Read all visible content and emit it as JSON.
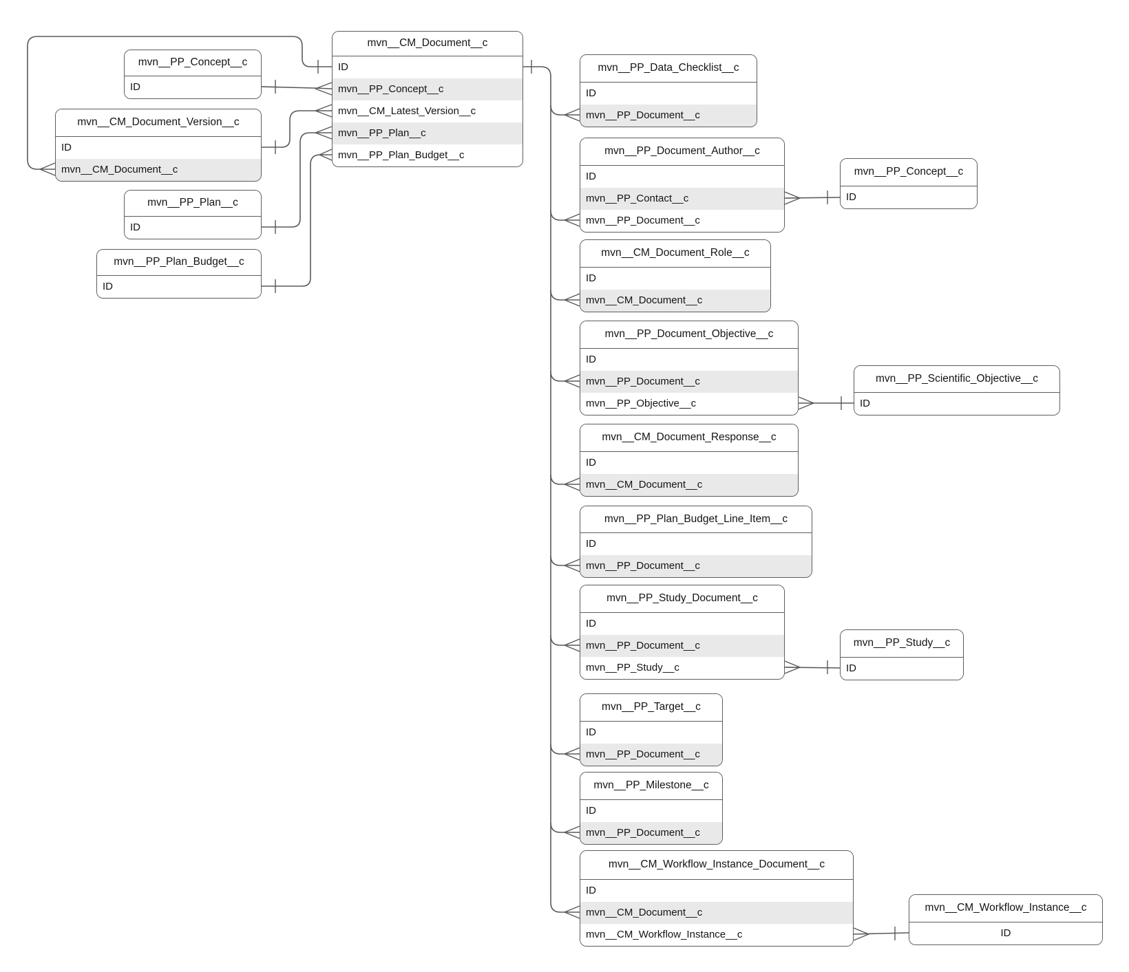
{
  "diagram": {
    "colors": {
      "background": "#ffffff",
      "line": "#595959",
      "box_border": "#5c5c5c",
      "row_stripe": "#e9e9e9",
      "text": "#141414"
    },
    "entities": [
      {
        "id": "concept_left",
        "title": "mvn__PP_Concept__c",
        "fields": [
          "ID"
        ]
      },
      {
        "id": "document_version",
        "title": "mvn__CM_Document_Version__c",
        "fields": [
          "ID",
          "mvn__CM_Document__c"
        ]
      },
      {
        "id": "plan",
        "title": "mvn__PP_Plan__c",
        "fields": [
          "ID"
        ]
      },
      {
        "id": "plan_budget",
        "title": "mvn__PP_Plan_Budget__c",
        "fields": [
          "ID"
        ]
      },
      {
        "id": "cm_document",
        "title": "mvn__CM_Document__c",
        "fields": [
          "ID",
          "mvn__PP_Concept__c",
          "mvn__CM_Latest_Version__c",
          "mvn__PP_Plan__c",
          "mvn__PP_Plan_Budget__c"
        ]
      },
      {
        "id": "data_checklist",
        "title": "mvn__PP_Data_Checklist__c",
        "fields": [
          "ID",
          "mvn__PP_Document__c"
        ]
      },
      {
        "id": "document_author",
        "title": "mvn__PP_Document_Author__c",
        "fields": [
          "ID",
          "mvn__PP_Contact__c",
          "mvn__PP_Document__c"
        ]
      },
      {
        "id": "concept_right",
        "title": "mvn__PP_Concept__c",
        "fields": [
          "ID"
        ]
      },
      {
        "id": "document_role",
        "title": "mvn__CM_Document_Role__c",
        "fields": [
          "ID",
          "mvn__CM_Document__c"
        ]
      },
      {
        "id": "document_objective",
        "title": "mvn__PP_Document_Objective__c",
        "fields": [
          "ID",
          "mvn__PP_Document__c",
          "mvn__PP_Objective__c"
        ]
      },
      {
        "id": "scientific_objective",
        "title": "mvn__PP_Scientific_Objective__c",
        "fields": [
          "ID"
        ]
      },
      {
        "id": "document_response",
        "title": "mvn__CM_Document_Response__c",
        "fields": [
          "ID",
          "mvn__CM_Document__c"
        ]
      },
      {
        "id": "plan_budget_line_item",
        "title": "mvn__PP_Plan_Budget_Line_Item__c",
        "fields": [
          "ID",
          "mvn__PP_Document__c"
        ]
      },
      {
        "id": "study_document",
        "title": "mvn__PP_Study_Document__c",
        "fields": [
          "ID",
          "mvn__PP_Document__c",
          "mvn__PP_Study__c"
        ]
      },
      {
        "id": "study",
        "title": "mvn__PP_Study__c",
        "fields": [
          "ID"
        ]
      },
      {
        "id": "target",
        "title": "mvn__PP_Target__c",
        "fields": [
          "ID",
          "mvn__PP_Document__c"
        ]
      },
      {
        "id": "milestone",
        "title": "mvn__PP_Milestone__c",
        "fields": [
          "ID",
          "mvn__PP_Document__c"
        ]
      },
      {
        "id": "workflow_instance_document",
        "title": "mvn__CM_Workflow_Instance_Document__c",
        "fields": [
          "ID",
          "mvn__CM_Document__c",
          "mvn__CM_Workflow_Instance__c"
        ]
      },
      {
        "id": "workflow_instance",
        "title": "mvn__CM_Workflow_Instance__c",
        "fields": [
          "ID"
        ]
      }
    ],
    "relationships": [
      {
        "id": "doc_to_version",
        "from": "mvn__CM_Document__c.ID",
        "to": "mvn__CM_Document_Version__c.mvn__CM_Document__c",
        "from_end": "one",
        "to_end": "many"
      },
      {
        "id": "concept_to_doc",
        "from": "mvn__PP_Concept__c.ID",
        "to": "mvn__CM_Document__c.mvn__PP_Concept__c",
        "from_end": "one",
        "to_end": "many"
      },
      {
        "id": "version_to_latest",
        "from": "mvn__CM_Document_Version__c.ID",
        "to": "mvn__CM_Document__c.mvn__CM_Latest_Version__c",
        "from_end": "one",
        "to_end": "many"
      },
      {
        "id": "plan_to_doc",
        "from": "mvn__PP_Plan__c.ID",
        "to": "mvn__CM_Document__c.mvn__PP_Plan__c",
        "from_end": "one",
        "to_end": "many"
      },
      {
        "id": "plan_budget_to_doc",
        "from": "mvn__PP_Plan_Budget__c.ID",
        "to": "mvn__CM_Document__c.mvn__PP_Plan_Budget__c",
        "from_end": "one",
        "to_end": "many"
      },
      {
        "id": "doc_to_wid",
        "from": "mvn__CM_Document__c.ID",
        "to": "mvn__CM_Workflow_Instance_Document__c.mvn__CM_Document__c",
        "from_end": "one",
        "to_end": "many"
      },
      {
        "id": "doc_to_data_checklist",
        "from": "mvn__CM_Document__c.ID",
        "to": "mvn__PP_Data_Checklist__c.mvn__PP_Document__c",
        "from_end": "one",
        "to_end": "many"
      },
      {
        "id": "doc_to_author",
        "from": "mvn__CM_Document__c.ID",
        "to": "mvn__PP_Document_Author__c.mvn__PP_Document__c",
        "from_end": "one",
        "to_end": "many"
      },
      {
        "id": "doc_to_role",
        "from": "mvn__CM_Document__c.ID",
        "to": "mvn__CM_Document_Role__c.mvn__CM_Document__c",
        "from_end": "one",
        "to_end": "many"
      },
      {
        "id": "doc_to_objective",
        "from": "mvn__CM_Document__c.ID",
        "to": "mvn__PP_Document_Objective__c.mvn__PP_Document__c",
        "from_end": "one",
        "to_end": "many"
      },
      {
        "id": "doc_to_response",
        "from": "mvn__CM_Document__c.ID",
        "to": "mvn__CM_Document_Response__c.mvn__CM_Document__c",
        "from_end": "one",
        "to_end": "many"
      },
      {
        "id": "doc_to_budget_line",
        "from": "mvn__CM_Document__c.ID",
        "to": "mvn__PP_Plan_Budget_Line_Item__c.mvn__PP_Document__c",
        "from_end": "one",
        "to_end": "many"
      },
      {
        "id": "doc_to_study_document",
        "from": "mvn__CM_Document__c.ID",
        "to": "mvn__PP_Study_Document__c.mvn__PP_Document__c",
        "from_end": "one",
        "to_end": "many"
      },
      {
        "id": "doc_to_target",
        "from": "mvn__CM_Document__c.ID",
        "to": "mvn__PP_Target__c.mvn__PP_Document__c",
        "from_end": "one",
        "to_end": "many"
      },
      {
        "id": "doc_to_milestone",
        "from": "mvn__CM_Document__c.ID",
        "to": "mvn__PP_Milestone__c.mvn__PP_Document__c",
        "from_end": "one",
        "to_end": "many"
      },
      {
        "id": "author_to_concept",
        "from": "mvn__PP_Document_Author__c.mvn__PP_Contact__c",
        "to": "mvn__PP_Concept__c.ID",
        "from_end": "many",
        "to_end": "one"
      },
      {
        "id": "objective_to_scientific",
        "from": "mvn__PP_Document_Objective__c.mvn__PP_Objective__c",
        "to": "mvn__PP_Scientific_Objective__c.ID",
        "from_end": "many",
        "to_end": "one"
      },
      {
        "id": "study_doc_to_study",
        "from": "mvn__PP_Study_Document__c.mvn__PP_Study__c",
        "to": "mvn__PP_Study__c.ID",
        "from_end": "many",
        "to_end": "one"
      },
      {
        "id": "wid_to_instance",
        "from": "mvn__CM_Workflow_Instance_Document__c.mvn__CM_Workflow_Instance__c",
        "to": "mvn__CM_Workflow_Instance__c.ID",
        "from_end": "many",
        "to_end": "one"
      }
    ]
  }
}
